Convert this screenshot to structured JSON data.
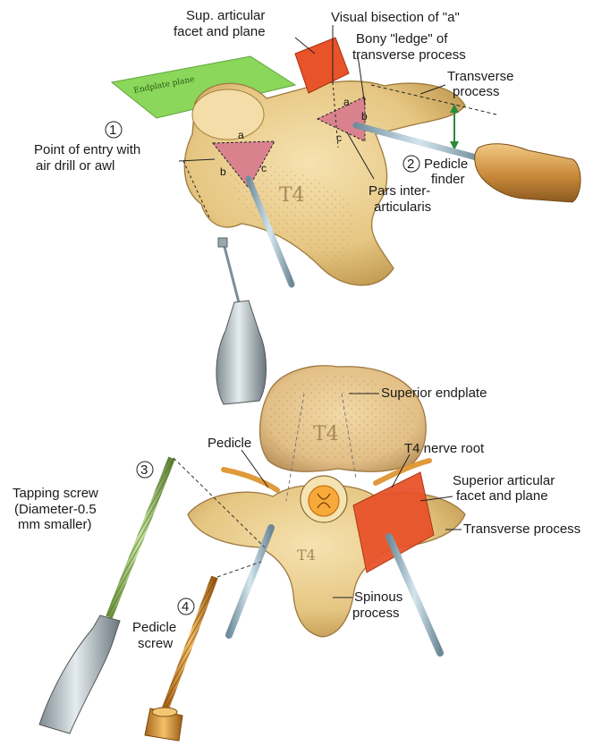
{
  "top": {
    "labels": {
      "sup_facet": [
        "Sup. articular",
        "facet and plane"
      ],
      "bisection": [
        "Visual bisection of \"a\""
      ],
      "ledge": [
        "Bony \"ledge\" of",
        "transverse process"
      ],
      "transverse": [
        "Transverse",
        "process"
      ],
      "entry": [
        "Point of entry with",
        "air drill or awl"
      ],
      "pedicle_finder": [
        "Pedicle",
        "finder"
      ],
      "pars": [
        "Pars inter-",
        "articularis"
      ],
      "endplate_plane": "Endplate plane",
      "vertebra": "T4"
    },
    "step_numbers": [
      "1",
      "2"
    ],
    "letters": [
      "a",
      "b",
      "c",
      "a",
      "b",
      "c"
    ]
  },
  "bottom": {
    "labels": {
      "superior_endplate": "Superior endplate",
      "pedicle": "Pedicle",
      "nerve_root": "T4 nerve root",
      "sup_facet": [
        "Superior articular",
        "facet and plane"
      ],
      "transverse": "Transverse process",
      "tapping": [
        "Tapping screw",
        "(Diameter-0.5",
        "mm smaller)"
      ],
      "spinous": [
        "Spinous",
        "process"
      ],
      "pedicle_screw": [
        "Pedicle",
        "screw"
      ],
      "vertebra": "T4",
      "vertebra_small": "T4"
    },
    "step_numbers": [
      "3",
      "4"
    ]
  },
  "colors": {
    "bone": "#e9cf8f",
    "bone_dark": "#c9a45a",
    "plane_green": "#7ed34a",
    "facet_orange": "#e8532a",
    "pedicle_pink": "#d9828e",
    "steel": "#a9c3d0",
    "screw_green": "#9bbf6a",
    "screw_gold": "#d9952e"
  },
  "icons": [
    "drill-handle-icon",
    "pedicle-finder-handle-icon",
    "screw-driver-icon"
  ]
}
